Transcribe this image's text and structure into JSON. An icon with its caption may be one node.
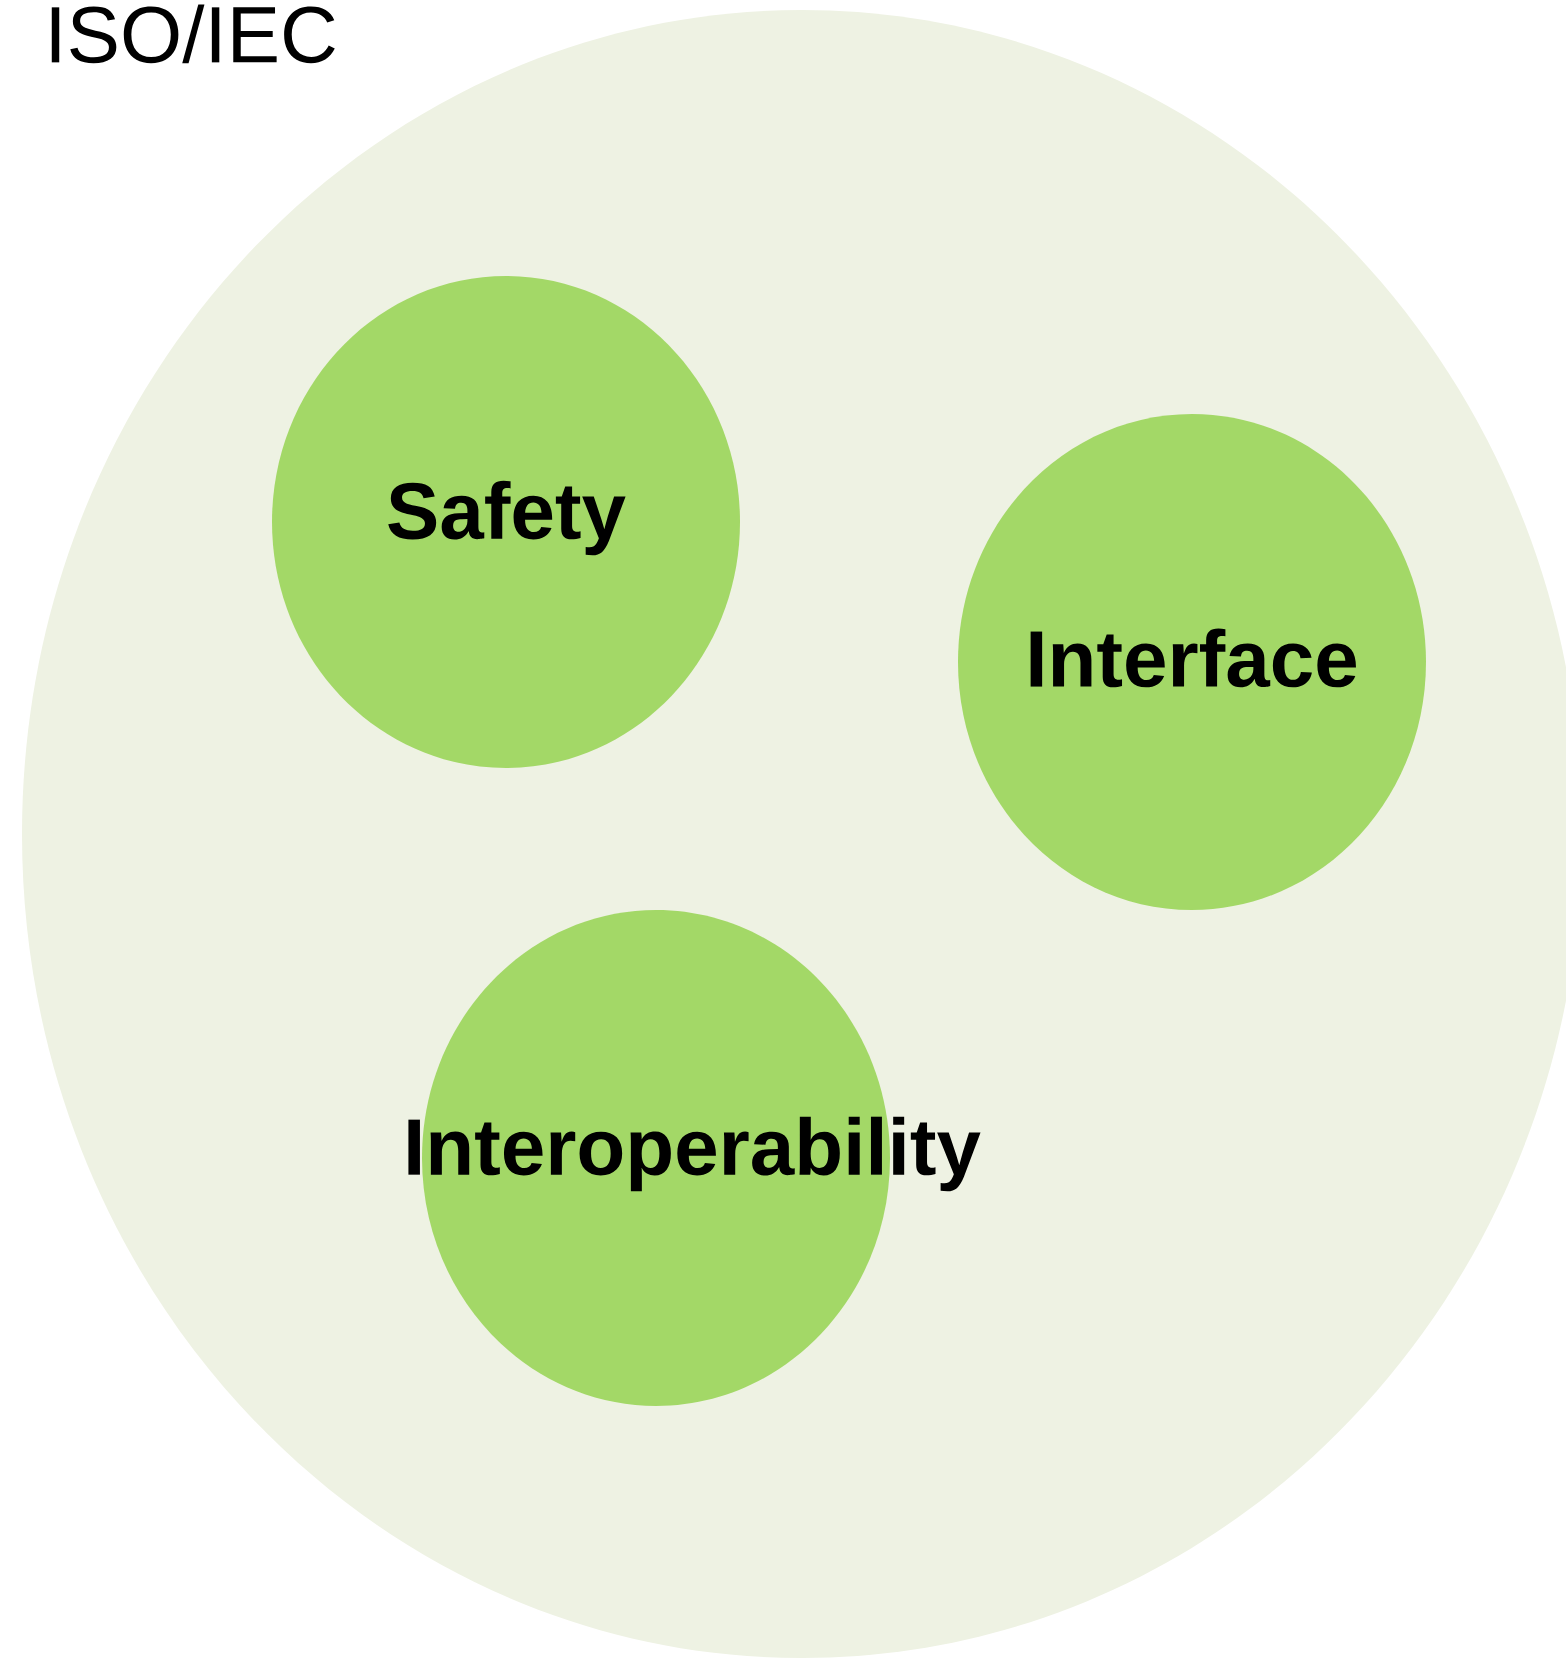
{
  "diagram": {
    "nodes": [
      {
        "text": [
          "ISO/IEC"
        ]
      },
      {
        "text": [
          "Safety"
        ],
        "in": 0
      },
      {
        "text": [
          "Interface"
        ],
        "in": 0
      },
      {
        "text": [
          "Interoperability"
        ],
        "in": 0
      }
    ]
  }
}
